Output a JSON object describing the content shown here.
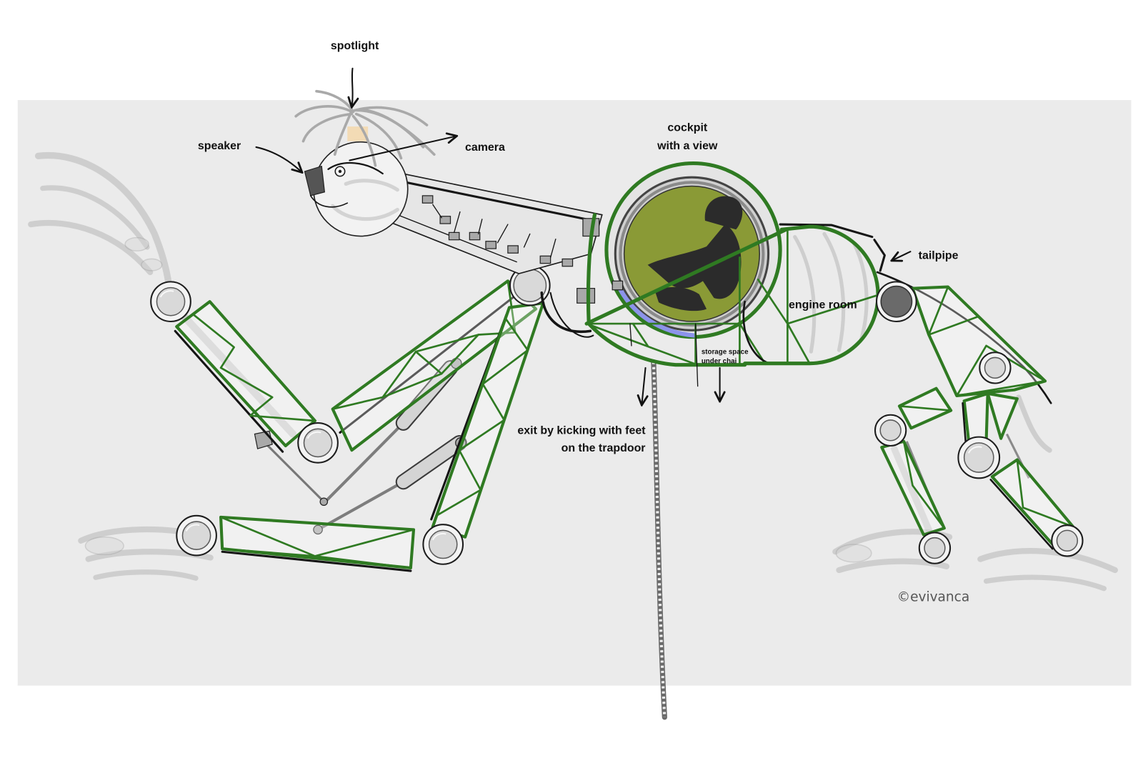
{
  "labels": {
    "spotlight": "spotlight",
    "speaker": "speaker",
    "camera": "camera",
    "cockpit_line1": "cockpit",
    "cockpit_line2": "with a view",
    "tailpipe": "tailpipe",
    "engine_room": "engine room",
    "storage_line1": "storage space",
    "storage_line2": "under chai",
    "exit_line1": "exit by kicking with feet",
    "exit_line2": "on the trapdoor"
  },
  "credit": "©evivanca",
  "colors": {
    "frame_green": "#2f7a22",
    "cockpit_glass": "#8a9a36",
    "backdrop": "#ebebeb",
    "spotlight": "#f3dbb5",
    "hip_joint": "#6a6a6a",
    "seat_tube": "#8c93ea"
  },
  "icons": {
    "arrow": "arrow-icon"
  }
}
